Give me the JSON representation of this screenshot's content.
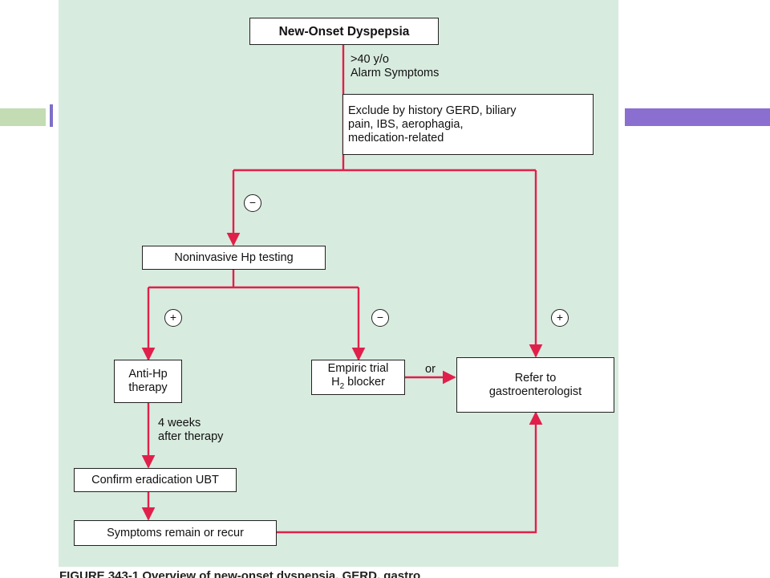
{
  "nodes": {
    "start": "New-Onset Dyspepsia",
    "exclude": "Exclude by history GERD, biliary\n pain, IBS, aerophagia,\n medication-related",
    "hp_test": "Noninvasive Hp testing",
    "anti_hp": "Anti-Hp\ntherapy",
    "empiric_prefix": "Empiric trial\nH",
    "empiric_sub": "2",
    "empiric_suffix": " blocker",
    "refer": "Refer to\ngastroenterologist",
    "confirm": "Confirm eradication UBT",
    "symptoms": "Symptoms remain or recur"
  },
  "labels": {
    "age_alarm": ">40 y/o\nAlarm Symptoms",
    "or": "or",
    "weeks": "4 weeks\nafter therapy",
    "neg1": "−",
    "pos_left": "+",
    "neg2": "−",
    "pos_right": "+"
  },
  "caption": "FIGURE 343-1   Overview of new-onset dyspepsia. GERD, gastro",
  "colors": {
    "edge": "#e0204a",
    "panel": "#d8ebdf",
    "accent_purple": "#8b6fd0",
    "accent_green": "#c3dcb4"
  }
}
